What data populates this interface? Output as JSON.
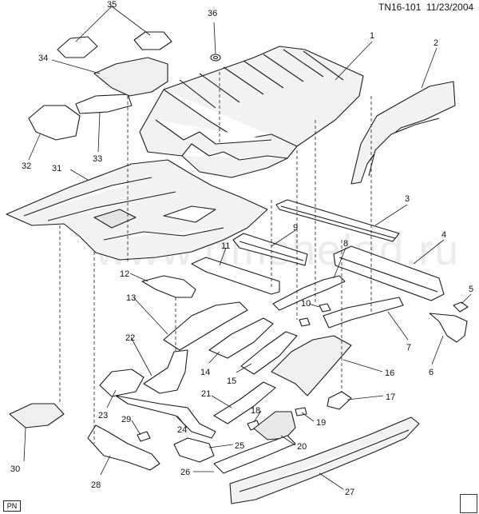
{
  "header": {
    "code": "TN16-101",
    "date": "11/23/2004"
  },
  "footer": {
    "pn": "PN"
  },
  "watermark": "www.gmshelad.ru",
  "colors": {
    "line": "#1a1a1a",
    "fill": "#ffffff",
    "shade": "#d9d9d9"
  },
  "callouts": [
    "1",
    "2",
    "3",
    "4",
    "5",
    "6",
    "7",
    "8",
    "9",
    "10",
    "11",
    "12",
    "13",
    "14",
    "15",
    "16",
    "17",
    "18",
    "19",
    "20",
    "21",
    "22",
    "23",
    "24",
    "25",
    "26",
    "27",
    "28",
    "29",
    "30",
    "31",
    "32",
    "33",
    "34",
    "35",
    "36"
  ]
}
